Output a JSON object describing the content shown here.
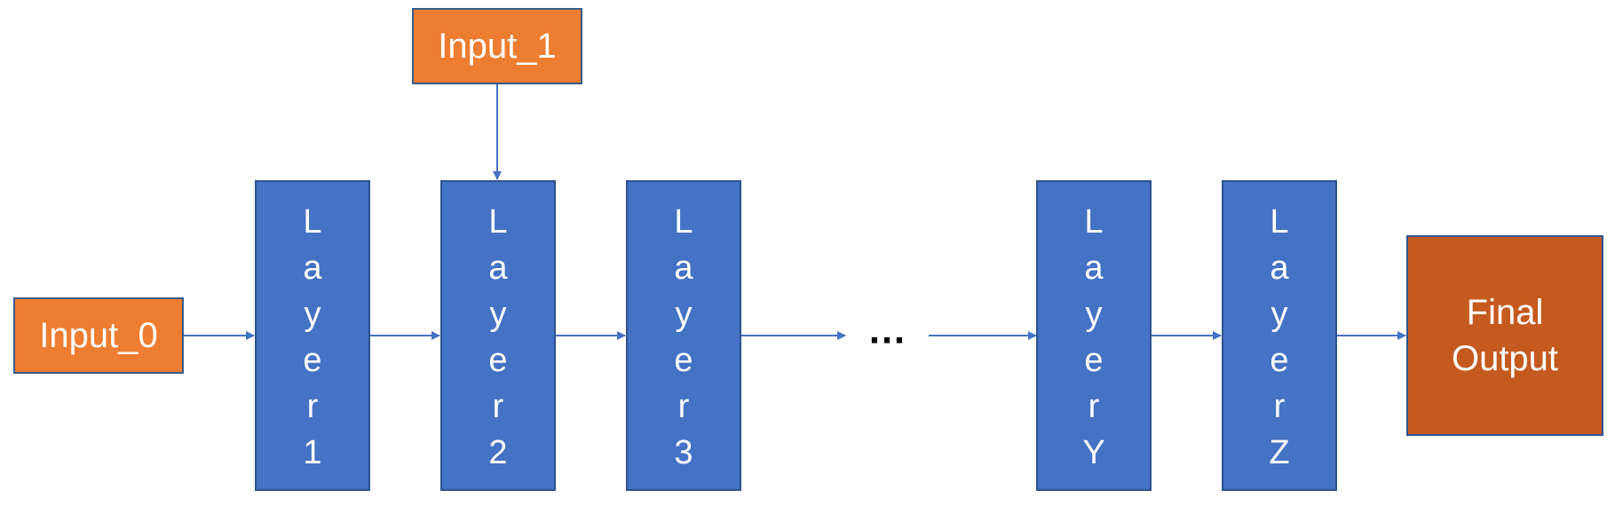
{
  "colors": {
    "input_fill": "#ED7D31",
    "input_stroke": "#3A5A8C",
    "layer_fill": "#4472C4",
    "layer_stroke": "#2F528F",
    "output_fill": "#C55A1F",
    "output_stroke": "#2F528F",
    "arrow": "#4472C4"
  },
  "inputs": [
    {
      "label": "Input_0"
    },
    {
      "label": "Input_1"
    }
  ],
  "layers": [
    {
      "label": "Layer1"
    },
    {
      "label": "Layer2"
    },
    {
      "label": "Layer3"
    },
    {
      "label": "LayerY"
    },
    {
      "label": "LayerZ"
    }
  ],
  "ellipsis": "…",
  "output": {
    "label_line1": "Final",
    "label_line2": "Output"
  }
}
